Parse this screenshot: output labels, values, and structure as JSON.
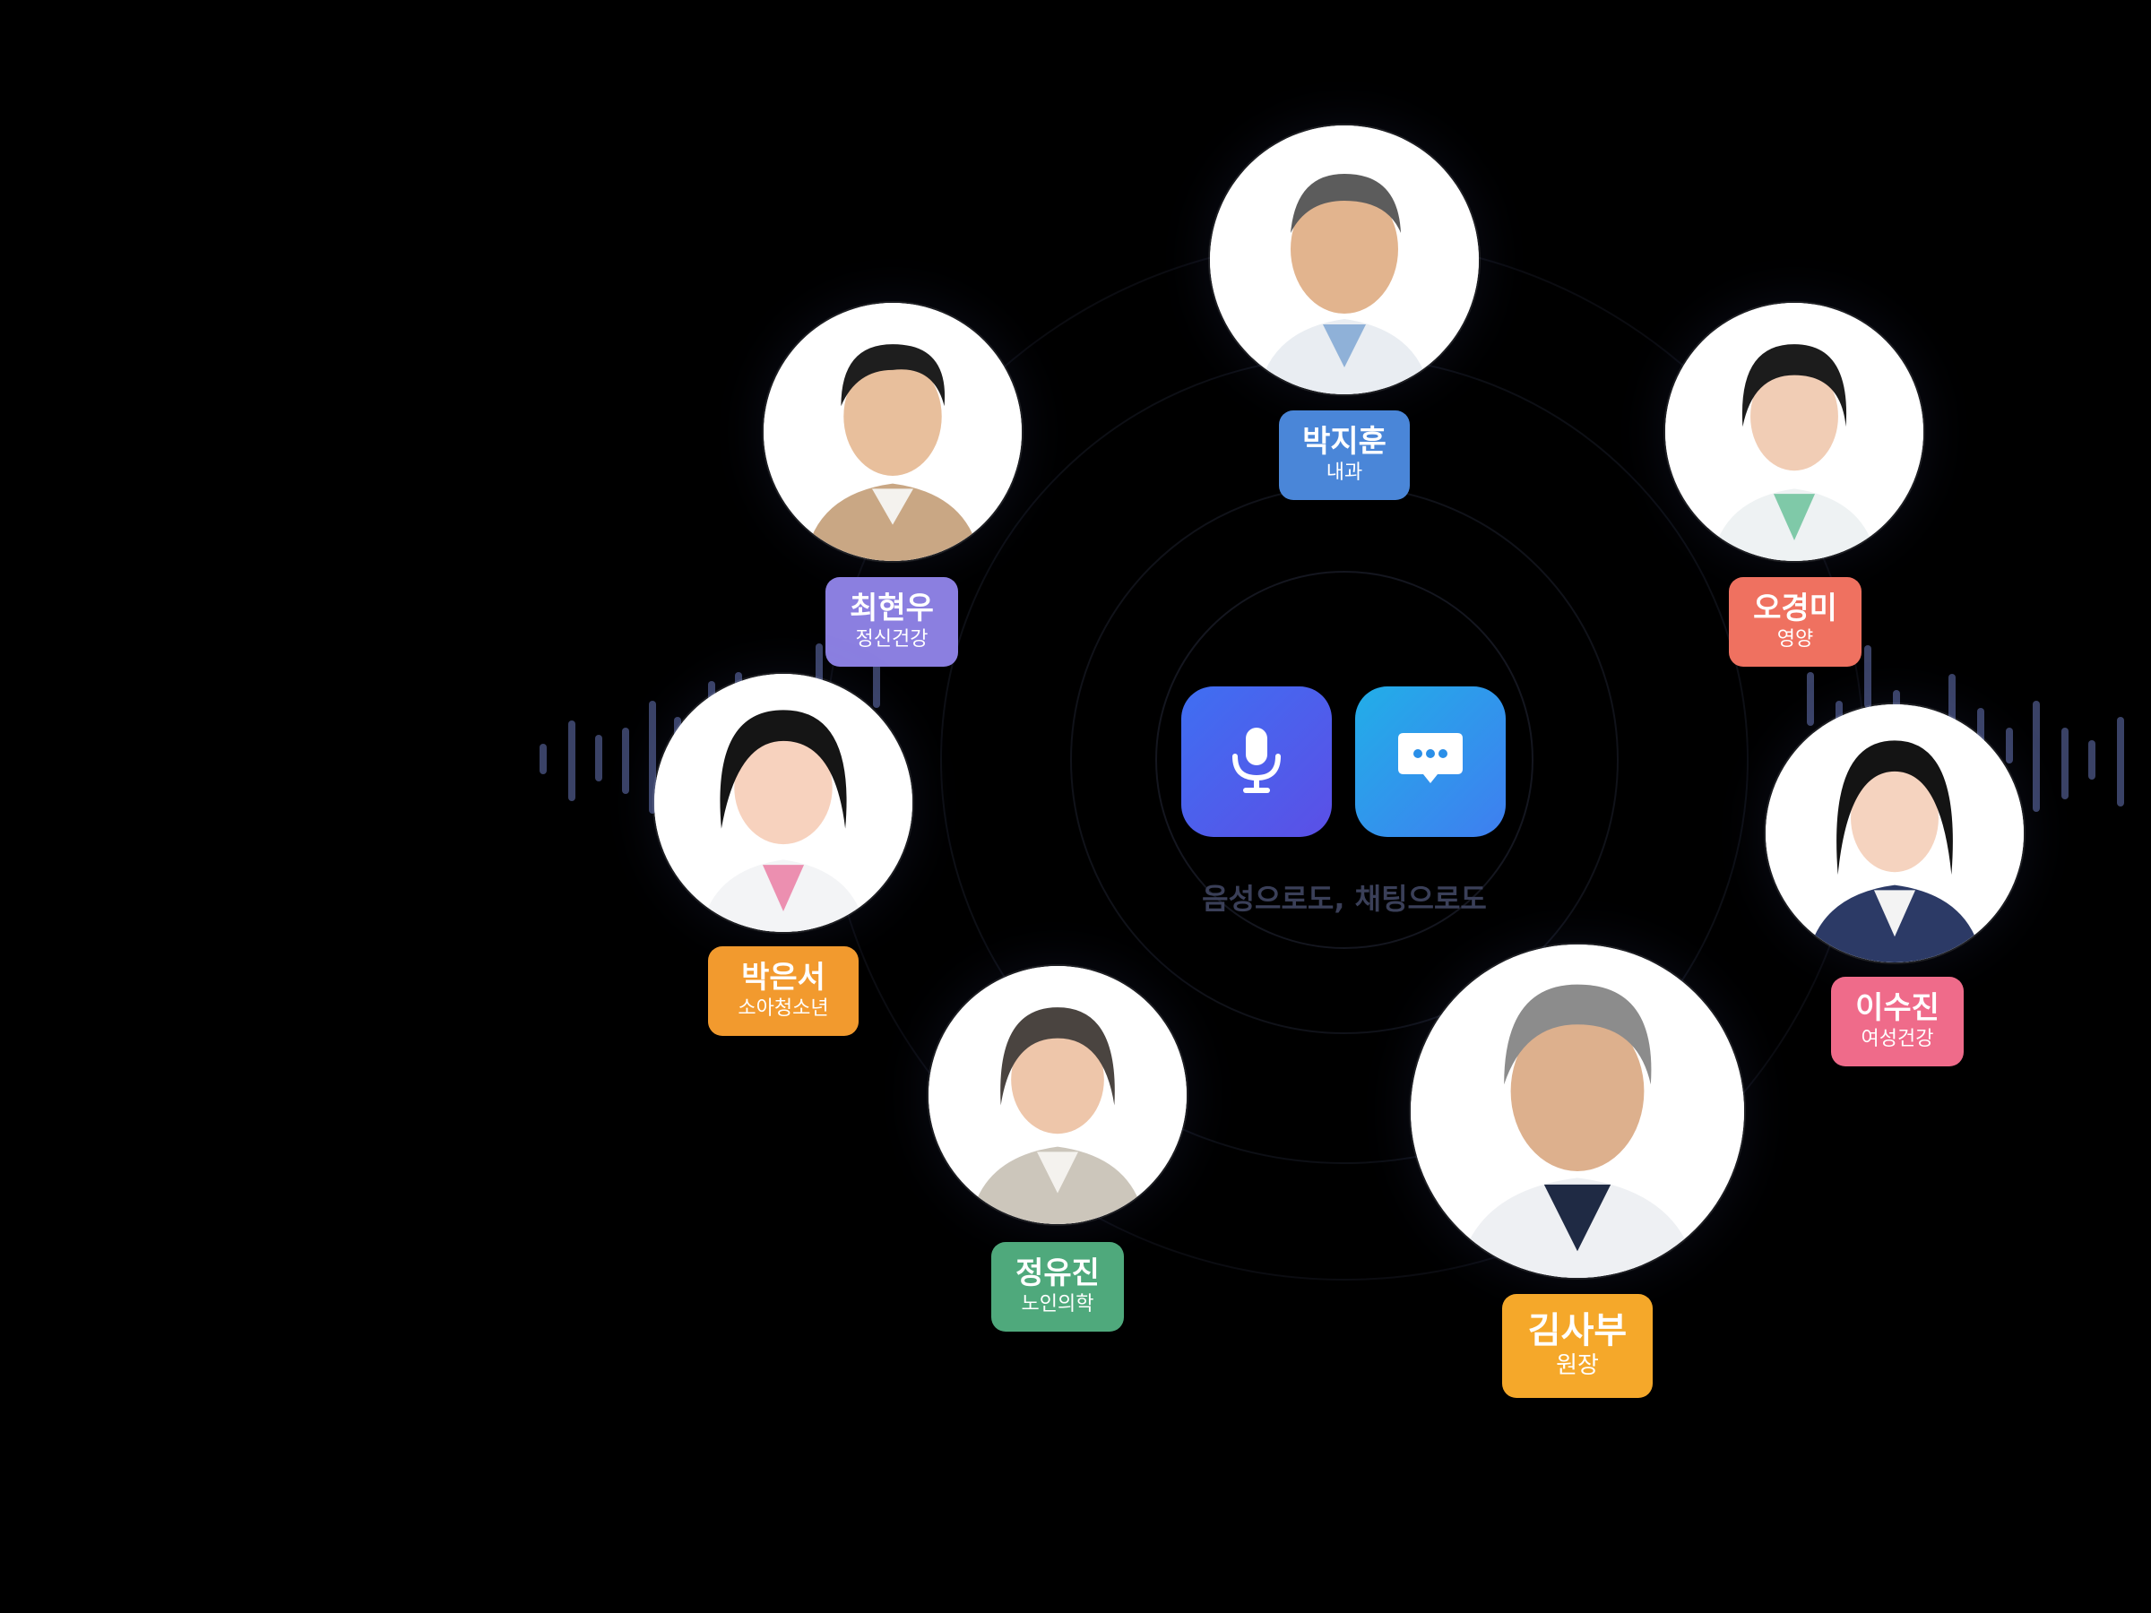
{
  "center": {
    "caption": "음성으로도, 채팅으로도",
    "voice_button_icon": "microphone-icon",
    "chat_button_icon": "chat-bubble-icon",
    "voice_color": "#4a5cf0",
    "chat_color": "#2ea0ee"
  },
  "doctors": [
    {
      "name": "박지훈",
      "role": "내과",
      "tag_color": "#4a86d8"
    },
    {
      "name": "최현우",
      "role": "정신건강",
      "tag_color": "#8b7fe0"
    },
    {
      "name": "오경미",
      "role": "영양",
      "tag_color": "#ef7160"
    },
    {
      "name": "박은서",
      "role": "소아청소년",
      "tag_color": "#f29a2e"
    },
    {
      "name": "이수진",
      "role": "여성건강",
      "tag_color": "#ef6b8a"
    },
    {
      "name": "정유진",
      "role": "노인의학",
      "tag_color": "#4fa97c"
    },
    {
      "name": "김사부",
      "role": "원장",
      "tag_color": "#f5a82a"
    }
  ]
}
